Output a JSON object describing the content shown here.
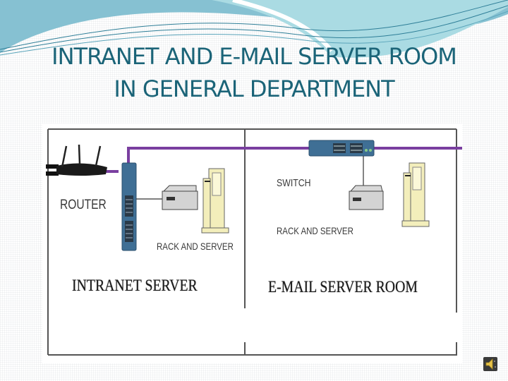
{
  "slide": {
    "title_lines": [
      "INTRANET AND E-MAIL SERVER ROOM",
      "IN GENERAL DEPARTMENT"
    ],
    "colors": {
      "title": "#1b6478",
      "wave_dark": "#7fbccd",
      "wave_light": "#a8d8e0",
      "network_cable": "#7a3fa0",
      "device_blue": "#3f6f95",
      "computer_body": "#f3eebb"
    }
  },
  "diagram": {
    "left_section": {
      "router_label": "ROUTER",
      "rack_label": "RACK  AND SERVER",
      "section_label": "INTRANET SERVER"
    },
    "right_section": {
      "switch_label": "SWITCH",
      "rack_label": "RACK AND SERVER",
      "section_label": "E-MAIL  SERVER ROOM"
    }
  },
  "controls": {
    "audio_icon": "speaker-icon"
  }
}
